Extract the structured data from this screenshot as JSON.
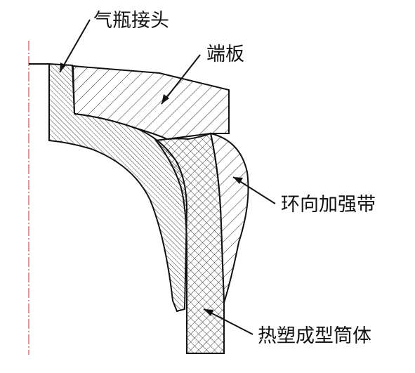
{
  "labels": {
    "cylinder_connector": "气瓶接头",
    "end_plate": "端板",
    "hoop_reinforcement_band": "环向加强带",
    "thermoplastic_cylinder": "热塑成型筒体"
  },
  "colors": {
    "outline": "#111111",
    "hatch": "#222222",
    "centerline": "#b05a5a",
    "background": "#ffffff"
  }
}
